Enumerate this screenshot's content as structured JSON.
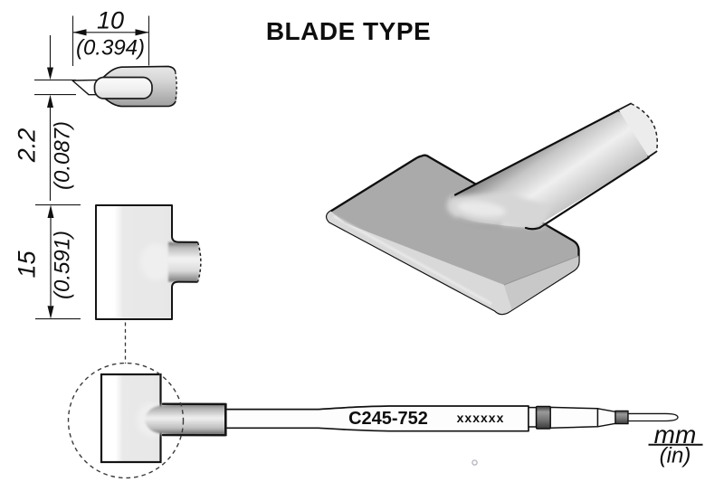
{
  "title": "BLADE TYPE",
  "dimensions": {
    "blade_length": {
      "label_mm": "10",
      "label_in": "(0.394)"
    },
    "blade_thickness": {
      "label_mm": "2.2",
      "label_in": "(0.087)"
    },
    "blade_width": {
      "label_mm": "15",
      "label_in": "(0.591)"
    }
  },
  "cartridge": {
    "model": "C245-752",
    "marking": "xxxxxx"
  },
  "units": {
    "numerator": "mm",
    "denominator": "(in)"
  },
  "colors": {
    "line": "#111111",
    "background": "#ffffff",
    "plate_top": "#aaaaaa",
    "plate_bevel": "#d9d9d9",
    "plate_side": "#c8c8c8",
    "blade_fill": "#e9e9e9",
    "band_dark": "#6f6f6f"
  }
}
